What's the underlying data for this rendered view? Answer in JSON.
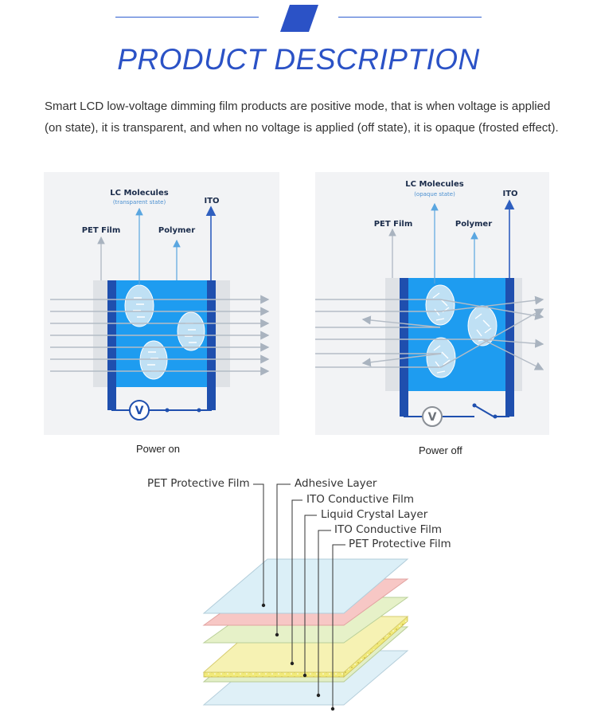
{
  "header": {
    "title": "PRODUCT DESCRIPTION"
  },
  "intro": {
    "text": "Smart LCD low-voltage dimming film products are positive mode, that is when voltage is applied (on state), it is transparent, and when no voltage is applied (off state), it is opaque (frosted effect)."
  },
  "power_on": {
    "lc_molecules": "LC Molecules",
    "state": "(transparent state)",
    "ito": "ITO",
    "pet_film": "PET Film",
    "polymer": "Polymer",
    "meter": "V",
    "caption": "Power on"
  },
  "power_off": {
    "lc_molecules": "LC Molecules",
    "state": "(opaque state)",
    "ito": "ITO",
    "pet_film": "PET Film",
    "polymer": "Polymer",
    "meter": "V",
    "caption": "Power off"
  },
  "layers": {
    "labels": [
      "PET Protective Film",
      "Adhesive Layer",
      "ITO Conductive Film",
      "Liquid Crystal Layer",
      "ITO Conductive Film",
      "PET Protective Film"
    ]
  },
  "colors": {
    "accent": "#2b52c6",
    "film_blue": "#1e9cf0",
    "electrode": "#1f4fae"
  }
}
